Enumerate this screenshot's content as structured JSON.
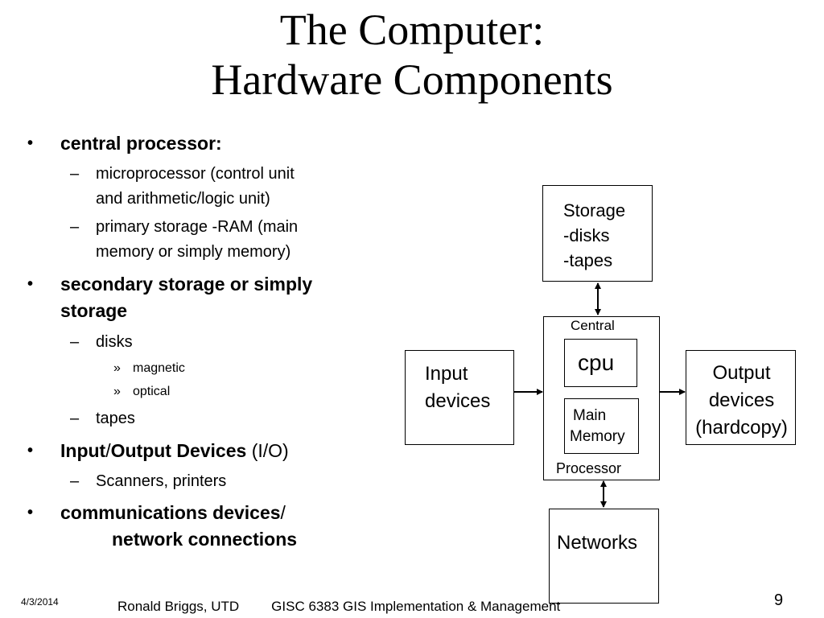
{
  "slide": {
    "title_line1": "The Computer:",
    "title_line2": "Hardware Components"
  },
  "bullets": [
    {
      "label": "central processor:",
      "subitems": [
        {
          "line1": "microprocessor (control unit",
          "line2": "and arithmetic/logic  unit)"
        },
        {
          "line1": "primary storage -RAM (main",
          "line2": "memory or simply memory)"
        }
      ]
    },
    {
      "label_line1": "secondary storage or simply",
      "label_line2": "storage",
      "subitems": [
        {
          "text": "disks",
          "subsub": [
            "magnetic",
            "optical"
          ]
        },
        {
          "text": "tapes"
        }
      ]
    },
    {
      "label_bold1": "Input",
      "sep": "/",
      "label_bold2": "Output Devices",
      "label_normal": " (I/O)",
      "subitems": [
        {
          "text": "Scanners, printers"
        }
      ]
    },
    {
      "label_line1": "communications devices",
      "label_slash": "/",
      "label_line2": "network connections"
    }
  ],
  "diagram": {
    "storage": {
      "line1": "Storage",
      "line2": "-disks",
      "line3": "-tapes"
    },
    "central_label": "Central",
    "cpu_label": "cpu",
    "main_memory": {
      "line1": "Main",
      "line2": "Memory"
    },
    "processor_label": "Processor",
    "input": {
      "line1": "Input",
      "line2": "devices"
    },
    "output": {
      "line1": "Output",
      "line2": "devices",
      "line3": "(hardcopy)"
    },
    "networks_label": "Networks"
  },
  "footer": {
    "date": "4/3/2014",
    "author": "Ronald Briggs, UTD",
    "course": "GISC 6383 GIS Implementation & Management",
    "page_number": "9"
  }
}
